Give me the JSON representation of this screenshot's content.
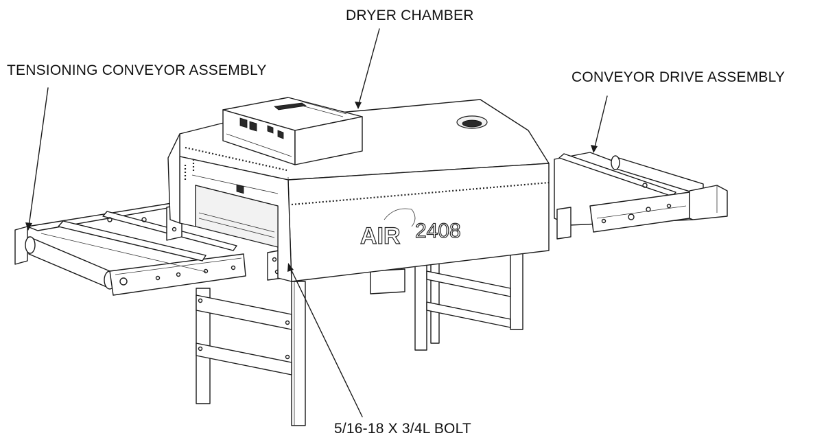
{
  "callouts": {
    "dryer_chamber": "DRYER CHAMBER",
    "tensioning_conveyor": "TENSIONING CONVEYOR ASSEMBLY",
    "conveyor_drive": "CONVEYOR DRIVE ASSEMBLY",
    "bolt": "5/16-18 X 3/4L BOLT"
  },
  "logo": {
    "model_text": "2408",
    "brand_letters": "AIR"
  }
}
